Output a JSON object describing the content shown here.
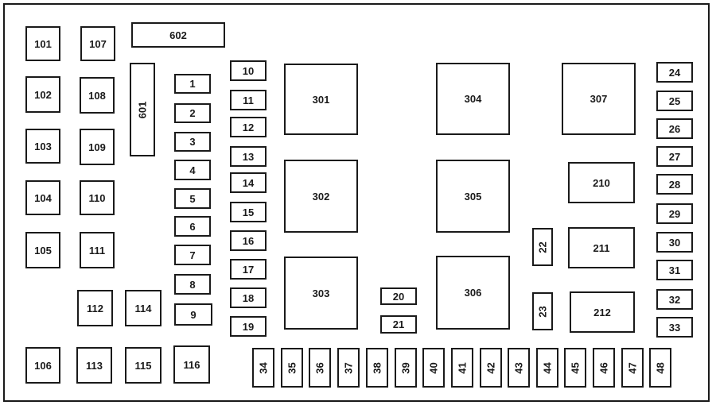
{
  "fuse_panel": {
    "fuses": [
      {
        "label": "101"
      },
      {
        "label": "102"
      },
      {
        "label": "103"
      },
      {
        "label": "104"
      },
      {
        "label": "105"
      },
      {
        "label": "106"
      },
      {
        "label": "107"
      },
      {
        "label": "108"
      },
      {
        "label": "109"
      },
      {
        "label": "110"
      },
      {
        "label": "111"
      },
      {
        "label": "112"
      },
      {
        "label": "113"
      },
      {
        "label": "114"
      },
      {
        "label": "115"
      },
      {
        "label": "116"
      },
      {
        "label": "602"
      },
      {
        "label": "601"
      },
      {
        "label": "1"
      },
      {
        "label": "2"
      },
      {
        "label": "3"
      },
      {
        "label": "4"
      },
      {
        "label": "5"
      },
      {
        "label": "6"
      },
      {
        "label": "7"
      },
      {
        "label": "8"
      },
      {
        "label": "9"
      },
      {
        "label": "10"
      },
      {
        "label": "11"
      },
      {
        "label": "12"
      },
      {
        "label": "13"
      },
      {
        "label": "14"
      },
      {
        "label": "15"
      },
      {
        "label": "16"
      },
      {
        "label": "17"
      },
      {
        "label": "18"
      },
      {
        "label": "19"
      },
      {
        "label": "301"
      },
      {
        "label": "302"
      },
      {
        "label": "303"
      },
      {
        "label": "304"
      },
      {
        "label": "305"
      },
      {
        "label": "306"
      },
      {
        "label": "307"
      },
      {
        "label": "20"
      },
      {
        "label": "21"
      },
      {
        "label": "22"
      },
      {
        "label": "23"
      },
      {
        "label": "210"
      },
      {
        "label": "211"
      },
      {
        "label": "212"
      },
      {
        "label": "24"
      },
      {
        "label": "25"
      },
      {
        "label": "26"
      },
      {
        "label": "27"
      },
      {
        "label": "28"
      },
      {
        "label": "29"
      },
      {
        "label": "30"
      },
      {
        "label": "31"
      },
      {
        "label": "32"
      },
      {
        "label": "33"
      },
      {
        "label": "34"
      },
      {
        "label": "35"
      },
      {
        "label": "36"
      },
      {
        "label": "37"
      },
      {
        "label": "38"
      },
      {
        "label": "39"
      },
      {
        "label": "40"
      },
      {
        "label": "41"
      },
      {
        "label": "42"
      },
      {
        "label": "43"
      },
      {
        "label": "44"
      },
      {
        "label": "45"
      },
      {
        "label": "46"
      },
      {
        "label": "47"
      },
      {
        "label": "48"
      }
    ]
  }
}
